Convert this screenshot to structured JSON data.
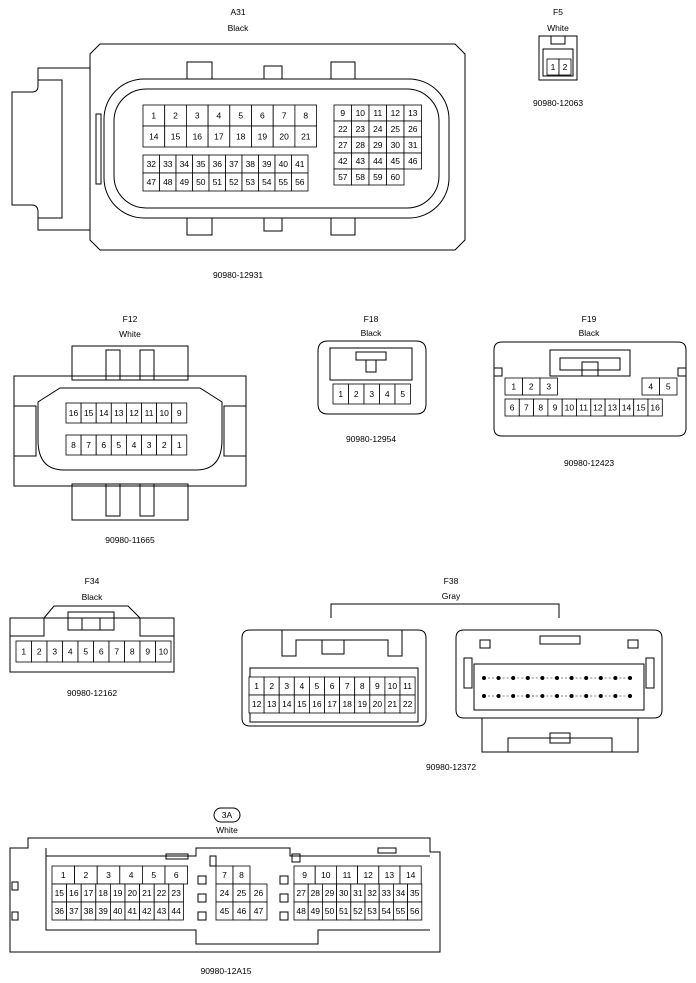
{
  "connectors": [
    {
      "id": "A31",
      "color": "Black",
      "part_number": "90980-12931",
      "groups": [
        {
          "rows": [
            [
              "1",
              "2",
              "3",
              "4",
              "5",
              "6",
              "7",
              "8"
            ],
            [
              "14",
              "15",
              "16",
              "17",
              "18",
              "19",
              "20",
              "21"
            ]
          ]
        },
        {
          "rows": [
            [
              "9",
              "10",
              "11",
              "12",
              "13"
            ],
            [
              "22",
              "23",
              "24",
              "25",
              "26"
            ],
            [
              "27",
              "28",
              "29",
              "30",
              "31"
            ],
            [
              "42",
              "43",
              "44",
              "45",
              "46"
            ],
            [
              "57",
              "58",
              "59",
              "60"
            ]
          ]
        },
        {
          "rows": [
            [
              "32",
              "33",
              "34",
              "35",
              "36",
              "37",
              "38",
              "39",
              "40",
              "41"
            ],
            [
              "47",
              "48",
              "49",
              "50",
              "51",
              "52",
              "53",
              "54",
              "55",
              "56"
            ]
          ]
        }
      ]
    },
    {
      "id": "F5",
      "color": "White",
      "part_number": "90980-12063",
      "groups": [
        {
          "rows": [
            [
              "1",
              "2"
            ]
          ]
        }
      ]
    },
    {
      "id": "F12",
      "color": "White",
      "part_number": "90980-11665",
      "groups": [
        {
          "rows": [
            [
              "16",
              "15",
              "14",
              "13",
              "12",
              "11",
              "10",
              "9"
            ],
            [
              "8",
              "7",
              "6",
              "5",
              "4",
              "3",
              "2",
              "1"
            ]
          ]
        }
      ]
    },
    {
      "id": "F18",
      "color": "Black",
      "part_number": "90980-12954",
      "groups": [
        {
          "rows": [
            [
              "1",
              "2",
              "3",
              "4",
              "5"
            ]
          ]
        }
      ]
    },
    {
      "id": "F19",
      "color": "Black",
      "part_number": "90980-12423",
      "groups": [
        {
          "rows": [
            [
              "1",
              "2",
              "3"
            ]
          ]
        },
        {
          "rows": [
            [
              "4",
              "5"
            ]
          ]
        },
        {
          "rows": [
            [
              "6",
              "7",
              "8",
              "9",
              "10",
              "11",
              "12",
              "13",
              "14",
              "15",
              "16"
            ]
          ]
        }
      ]
    },
    {
      "id": "F34",
      "color": "Black",
      "part_number": "90980-12162",
      "groups": [
        {
          "rows": [
            [
              "1",
              "2",
              "3",
              "4",
              "5",
              "6",
              "7",
              "8",
              "9",
              "10"
            ]
          ]
        }
      ]
    },
    {
      "id": "F38",
      "color": "Gray",
      "part_number": "90980-12372",
      "groups": [
        {
          "rows": [
            [
              "1",
              "2",
              "3",
              "4",
              "5",
              "6",
              "7",
              "8",
              "9",
              "10",
              "11"
            ],
            [
              "12",
              "13",
              "14",
              "15",
              "16",
              "17",
              "18",
              "19",
              "20",
              "21",
              "22"
            ]
          ]
        }
      ]
    },
    {
      "id": "3A",
      "color": "White",
      "part_number": "90980-12A15",
      "groups": [
        {
          "rows": [
            [
              "1",
              "2",
              "3",
              "4",
              "5",
              "6"
            ],
            [
              "15",
              "16",
              "17",
              "18",
              "19",
              "20",
              "21",
              "22",
              "23"
            ],
            [
              "36",
              "37",
              "38",
              "39",
              "40",
              "41",
              "42",
              "43",
              "44"
            ]
          ]
        },
        {
          "rows": [
            [
              "7",
              "8"
            ],
            [
              "24",
              "25",
              "26"
            ],
            [
              "45",
              "46",
              "47"
            ]
          ]
        },
        {
          "rows": [
            [
              "9",
              "10",
              "11",
              "12",
              "13",
              "14"
            ],
            [
              "27",
              "28",
              "29",
              "30",
              "31",
              "32",
              "33",
              "34",
              "35"
            ],
            [
              "48",
              "49",
              "50",
              "51",
              "52",
              "53",
              "54",
              "55",
              "56"
            ]
          ]
        }
      ]
    }
  ]
}
